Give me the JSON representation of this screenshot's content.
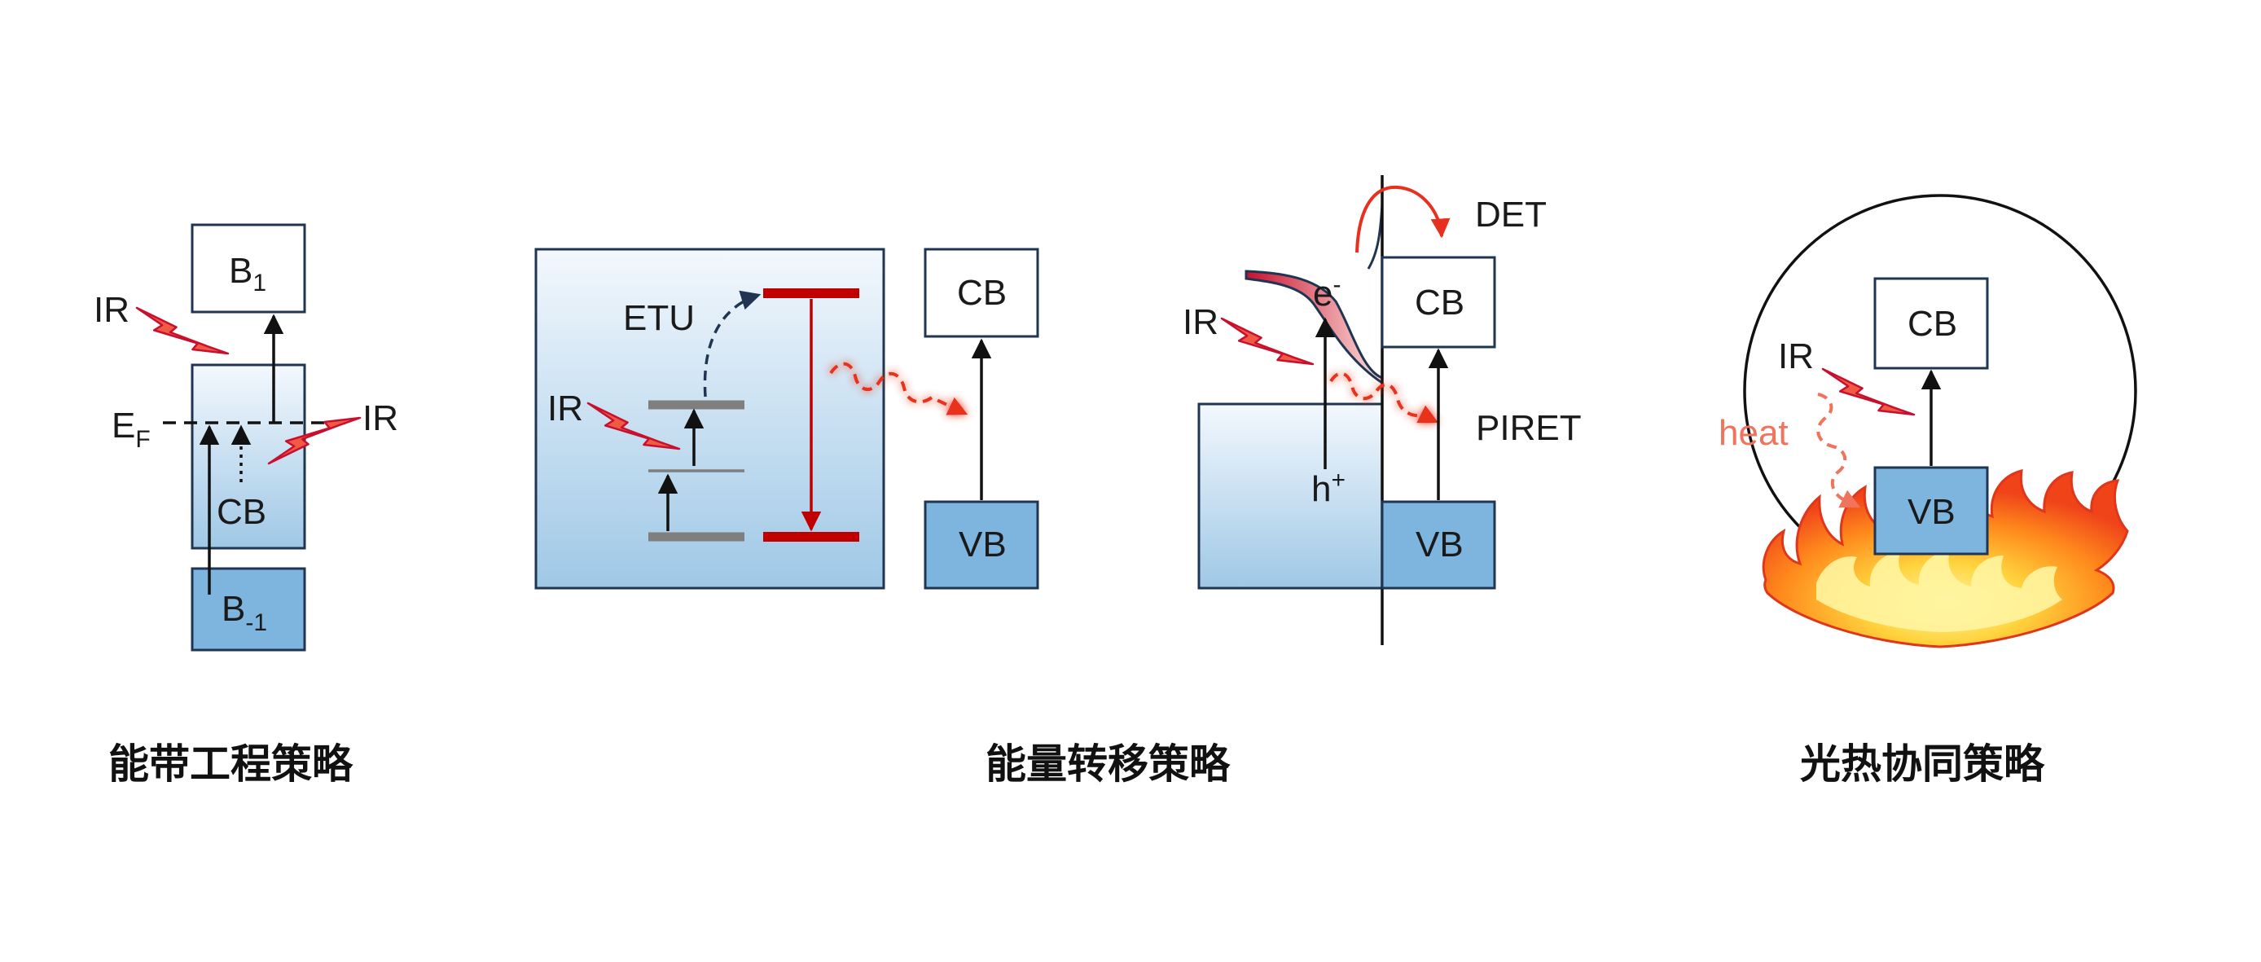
{
  "panels": {
    "band_engineering": {
      "caption": "能带工程策略",
      "labels": {
        "band_upper": "B",
        "band_upper_sub": "1",
        "band_lower": "B",
        "band_lower_sub": "-1",
        "cb": "CB",
        "fermi": "E",
        "fermi_sub": "F",
        "ir_left": "IR",
        "ir_right": "IR"
      }
    },
    "energy_transfer": {
      "caption": "能量转移策略",
      "labels": {
        "etu": "ETU",
        "ir": "IR",
        "cb": "CB",
        "vb": "VB"
      }
    },
    "interface_transfer": {
      "labels": {
        "ir": "IR",
        "electron": "e",
        "electron_sup": "-",
        "hole": "h",
        "hole_sup": "+",
        "cb": "CB",
        "vb": "VB",
        "det": "DET",
        "piret": "PIRET"
      }
    },
    "photothermal": {
      "caption": "光热协同策略",
      "labels": {
        "cb": "CB",
        "vb": "VB",
        "ir": "IR",
        "heat": "heat"
      }
    }
  },
  "colors": {
    "box_stroke": "#1f3552",
    "band_fill_top": "#f3f8fd",
    "band_fill_bottom": "#9fc8e6",
    "vb_fill": "#7eb5df",
    "lightning_fill": "#f05a45",
    "lightning_stroke": "#c8102e",
    "level_grey": "#7f7f7f",
    "level_red": "#c00000",
    "emission": "#e8301e",
    "etu_arrow": "#1f3552",
    "heat_text": "#f0735c"
  },
  "icons": [
    "ir-lightning-icon",
    "flame-icon",
    "wavy-emission-arrow-icon"
  ]
}
